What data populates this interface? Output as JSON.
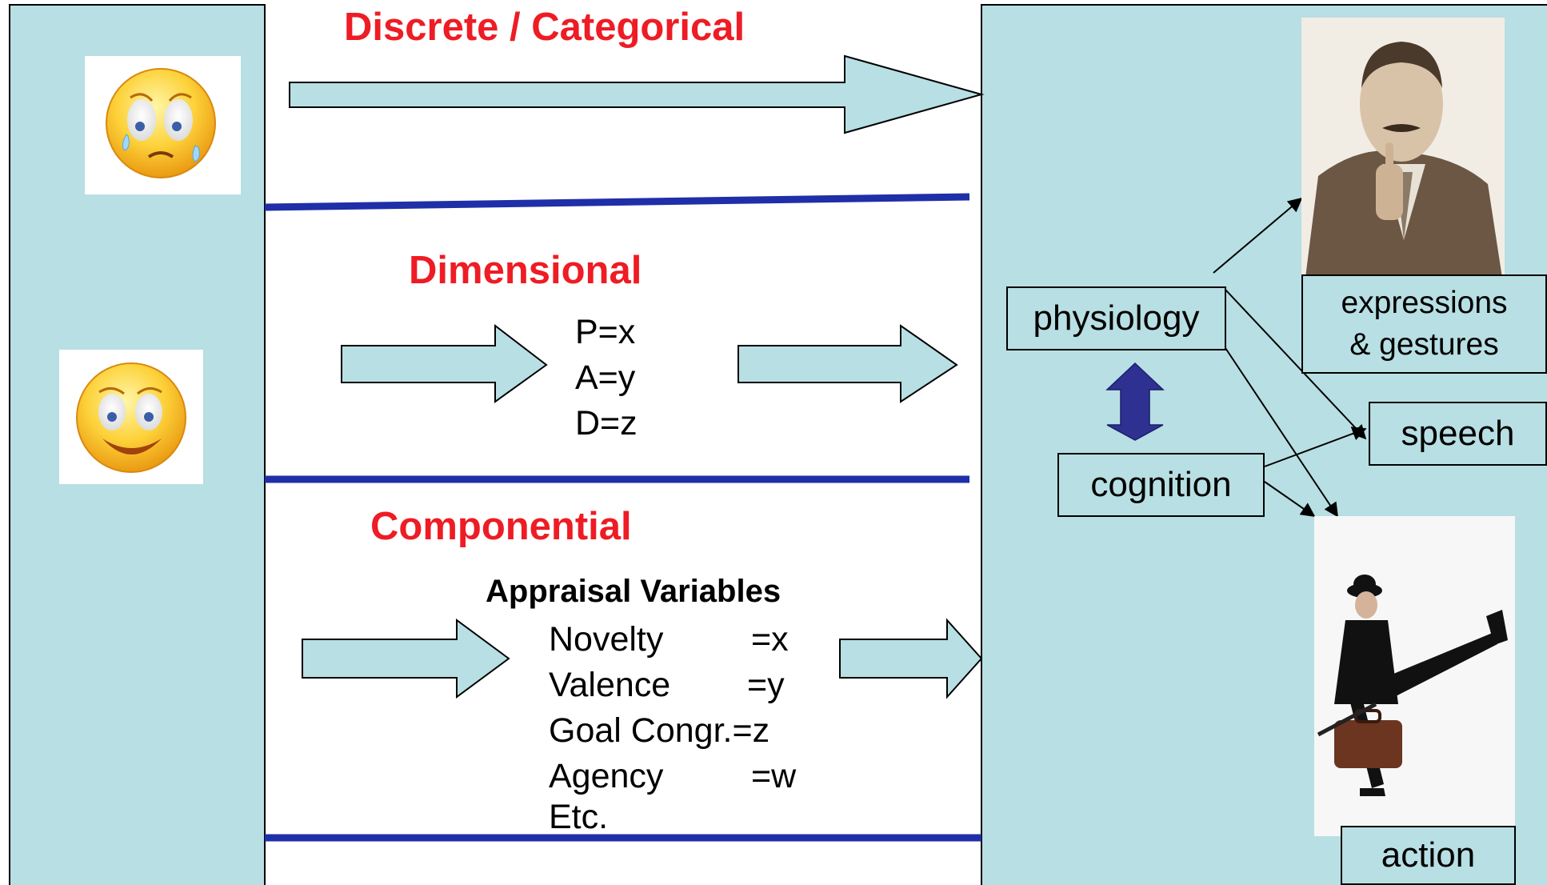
{
  "headings": {
    "discrete": "Discrete / Categorical",
    "dimensional": "Dimensional",
    "componential": "Componential"
  },
  "dimensional": {
    "lines": [
      "P=x",
      "A=y",
      "D=z"
    ]
  },
  "componential": {
    "title": "Appraisal Variables",
    "variables": [
      {
        "name": "Novelty",
        "value": "=x"
      },
      {
        "name": "Valence",
        "value": "=y"
      },
      {
        "name": "Goal Congr.",
        "value": "=z"
      },
      {
        "name": "Agency",
        "value": "=w"
      },
      {
        "name": "Etc.",
        "value": ""
      }
    ]
  },
  "output": {
    "physiology": "physiology",
    "cognition": "cognition",
    "expressions_line1": "expressions",
    "expressions_line2": "& gestures",
    "speech": "speech",
    "action": "action"
  },
  "icons": {
    "crying_face": "crying-face-icon",
    "smiling_face": "smiling-face-icon"
  },
  "colors": {
    "panel": "#b8dfe3",
    "heading": "#ee1c24",
    "divider": "#1f2fa8",
    "double_arrow": "#2e3192"
  }
}
